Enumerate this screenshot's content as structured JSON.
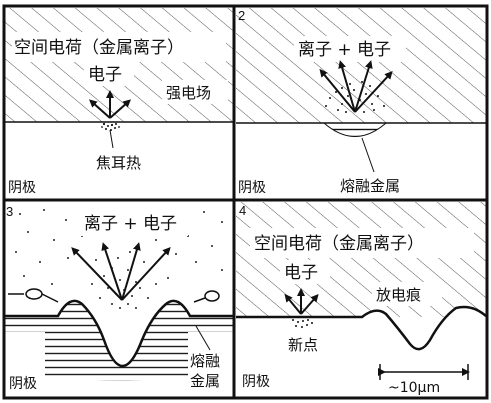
{
  "panels": [
    {
      "number": "",
      "space_charge_label": "空间电荷（金属离子）",
      "electron_label": "电子",
      "strong_field_label": "强电场",
      "joule_heat_label": "焦耳热",
      "cathode_label": "阴极"
    },
    {
      "number": "2",
      "ions_electrons_label": "离子 + 电子",
      "molten_metal_label": "熔融金属",
      "cathode_label": "阴极"
    },
    {
      "number": "3",
      "ions_electrons_label": "离子 + 电子",
      "molten_metal_label_line1": "熔融",
      "molten_metal_label_line2": "金属",
      "cathode_label": "阴极"
    },
    {
      "number": "4",
      "space_charge_label": "空间电荷（金属离子）",
      "electron_label": "电子",
      "new_spot_label": "新点",
      "discharge_mark_label": "放电痕",
      "cathode_label": "阴极",
      "scale_label": "~10μm"
    }
  ]
}
